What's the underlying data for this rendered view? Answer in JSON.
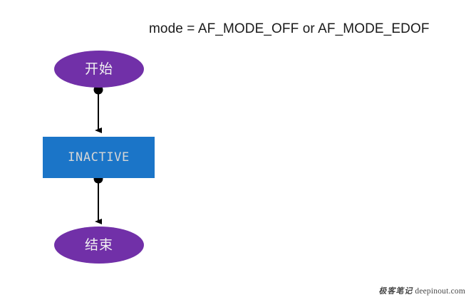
{
  "diagram": {
    "title": "mode = AF_MODE_OFF or AF_MODE_EDOF",
    "background_color": "#ffffff",
    "nodes": [
      {
        "id": "start",
        "label": "开始",
        "shape": "ellipse",
        "fill": "#7130A8",
        "text_color": "#f2f2f2"
      },
      {
        "id": "inactive",
        "label": "INACTIVE",
        "shape": "rectangle",
        "fill": "#1B75C8",
        "text_color": "#d6d6d6"
      },
      {
        "id": "end",
        "label": "结束",
        "shape": "ellipse",
        "fill": "#7130A8",
        "text_color": "#f2f2f2"
      }
    ],
    "edges": [
      {
        "id": "edge-start-inactive",
        "from": "start",
        "to": "inactive",
        "label": "",
        "color": "#000000",
        "source_marker": "filled-circle",
        "target_marker": "filled-arrowhead"
      },
      {
        "id": "edge-inactive-end",
        "from": "inactive",
        "to": "end",
        "label": "",
        "color": "#000000",
        "source_marker": "filled-circle",
        "target_marker": "filled-arrowhead"
      }
    ]
  },
  "watermark": {
    "brand": "极客笔记",
    "url": "deepinout.com"
  }
}
